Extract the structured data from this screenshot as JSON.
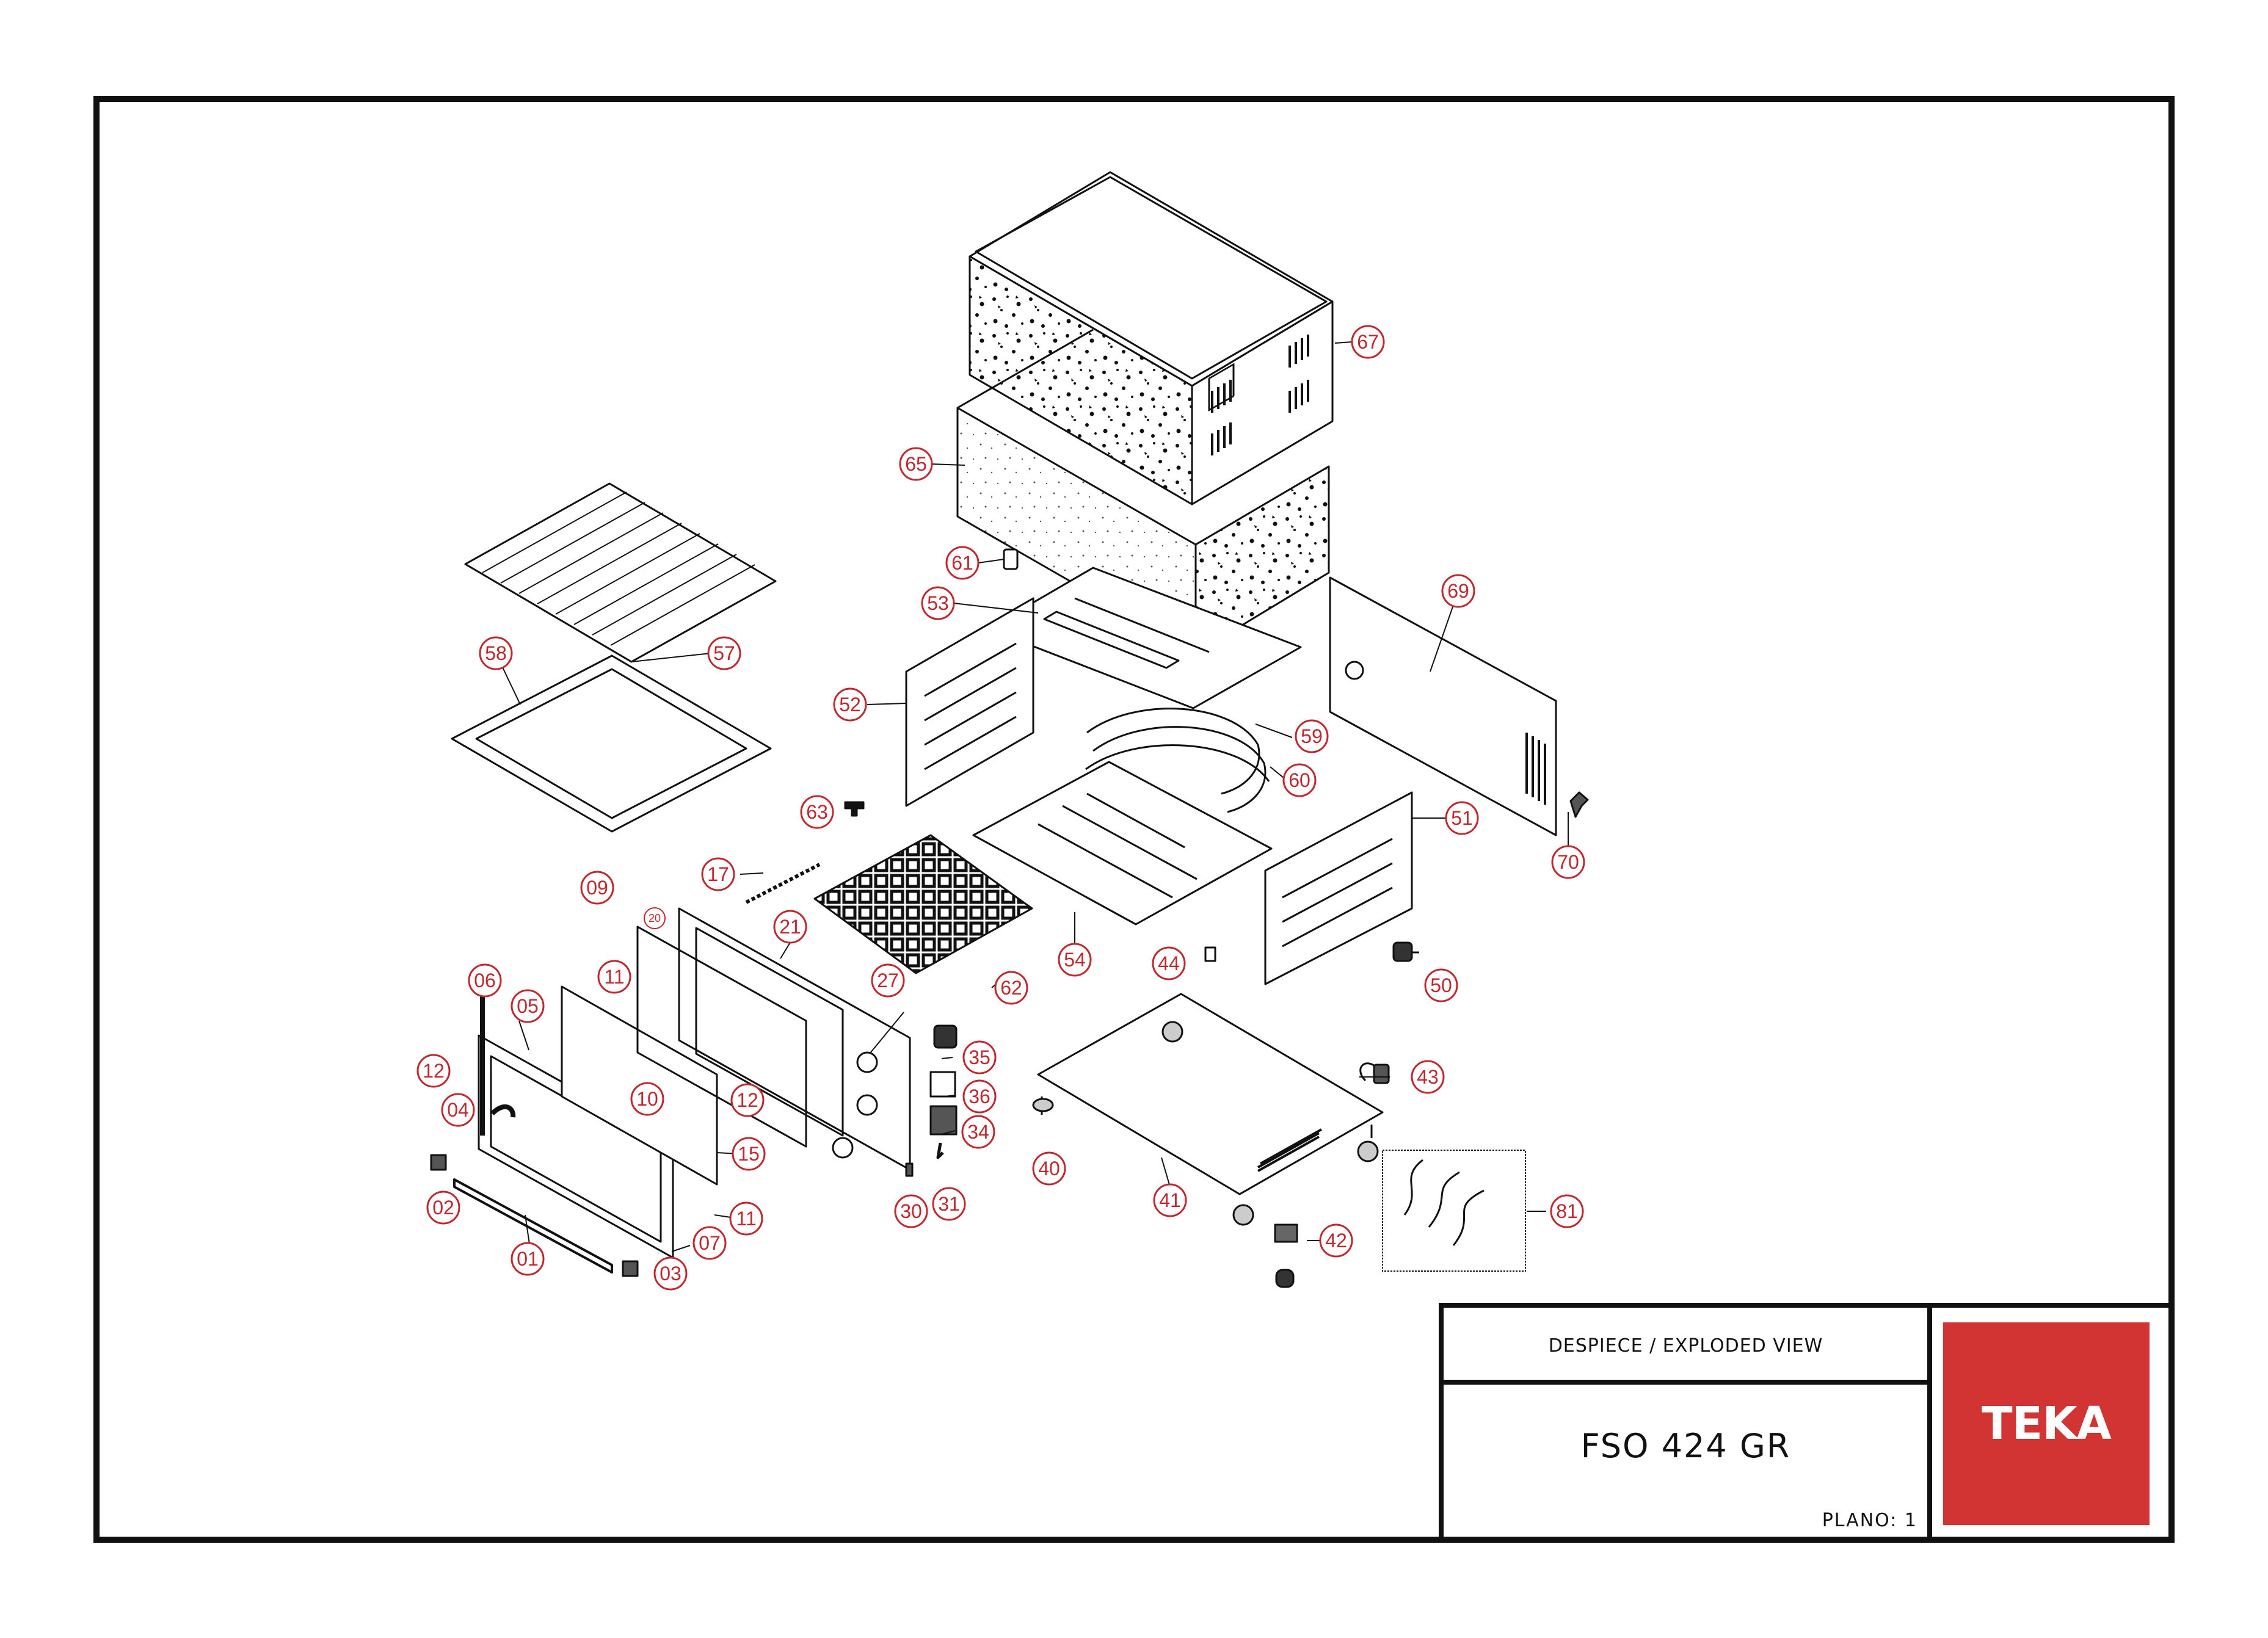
{
  "title_block": {
    "header": "DESPIECE / EXPLODED VIEW",
    "model": "FSO 424 GR",
    "sheet_label": "PLANO: 1",
    "brand": "TEKA",
    "brand_color": "#d23434"
  },
  "callout_color": "#c0282d",
  "callouts": [
    {
      "id": "67",
      "label": "67",
      "part": "outer cabinet"
    },
    {
      "id": "65",
      "label": "65",
      "part": "insulation"
    },
    {
      "id": "61",
      "label": "61",
      "part": "lamp holder"
    },
    {
      "id": "53",
      "label": "53",
      "part": "top heating element"
    },
    {
      "id": "69",
      "label": "69",
      "part": "back panel"
    },
    {
      "id": "52",
      "label": "52",
      "part": "left side panel"
    },
    {
      "id": "59",
      "label": "59",
      "part": "heating element"
    },
    {
      "id": "60",
      "label": "60",
      "part": "heating element"
    },
    {
      "id": "51",
      "label": "51",
      "part": "right side panel"
    },
    {
      "id": "70",
      "label": "70",
      "part": "fan"
    },
    {
      "id": "57",
      "label": "57",
      "part": "wire rack"
    },
    {
      "id": "58",
      "label": "58",
      "part": "baking tray"
    },
    {
      "id": "63",
      "label": "63",
      "part": "screw"
    },
    {
      "id": "17",
      "label": "17",
      "part": "spring"
    },
    {
      "id": "09",
      "label": "09",
      "part": "screw"
    },
    {
      "id": "20",
      "label": "20",
      "part": "seal"
    },
    {
      "id": "21",
      "label": "21",
      "part": "front panel"
    },
    {
      "id": "62",
      "label": "62",
      "part": "bottom grill"
    },
    {
      "id": "54",
      "label": "54",
      "part": "bottom heating element"
    },
    {
      "id": "44",
      "label": "44",
      "part": "connector"
    },
    {
      "id": "50",
      "label": "50",
      "part": "cable gland"
    },
    {
      "id": "27",
      "label": "27",
      "part": "knob"
    },
    {
      "id": "06",
      "label": "06",
      "part": "hinge"
    },
    {
      "id": "05",
      "label": "05",
      "part": "door glass"
    },
    {
      "id": "11a",
      "label": "11",
      "part": "bracket"
    },
    {
      "id": "12a",
      "label": "12",
      "part": "clip"
    },
    {
      "id": "04",
      "label": "04",
      "part": "handle"
    },
    {
      "id": "10",
      "label": "10",
      "part": "inner glass"
    },
    {
      "id": "12b",
      "label": "12",
      "part": "clip"
    },
    {
      "id": "15",
      "label": "15",
      "part": "frame"
    },
    {
      "id": "35",
      "label": "35",
      "part": "thermostat"
    },
    {
      "id": "36",
      "label": "36",
      "part": "switch"
    },
    {
      "id": "34",
      "label": "34",
      "part": "timer"
    },
    {
      "id": "43",
      "label": "43",
      "part": "power cable"
    },
    {
      "id": "02",
      "label": "02",
      "part": "end cap"
    },
    {
      "id": "11b",
      "label": "11",
      "part": "bracket"
    },
    {
      "id": "07",
      "label": "07",
      "part": "door frame"
    },
    {
      "id": "01",
      "label": "01",
      "part": "handle bar"
    },
    {
      "id": "03",
      "label": "03",
      "part": "end cap"
    },
    {
      "id": "30",
      "label": "30",
      "part": "pilot lamp"
    },
    {
      "id": "31",
      "label": "31",
      "part": "spring"
    },
    {
      "id": "40",
      "label": "40",
      "part": "foot"
    },
    {
      "id": "41",
      "label": "41",
      "part": "base plate"
    },
    {
      "id": "42",
      "label": "42",
      "part": "connector"
    },
    {
      "id": "81",
      "label": "81",
      "part": "wiring harness"
    }
  ]
}
